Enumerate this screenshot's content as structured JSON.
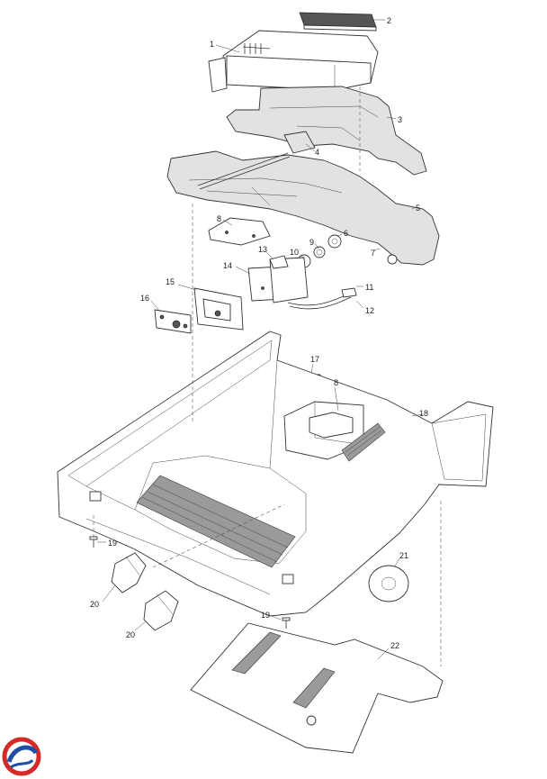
{
  "callouts": [
    {
      "id": "c1",
      "text": "1"
    },
    {
      "id": "c2",
      "text": "2"
    },
    {
      "id": "c3",
      "text": "3"
    },
    {
      "id": "c4",
      "text": "4"
    },
    {
      "id": "c5",
      "text": "5"
    },
    {
      "id": "c6",
      "text": "6"
    },
    {
      "id": "c7",
      "text": "7"
    },
    {
      "id": "c8a",
      "text": "8"
    },
    {
      "id": "c8b",
      "text": "8"
    },
    {
      "id": "c9",
      "text": "9"
    },
    {
      "id": "c10",
      "text": "10"
    },
    {
      "id": "c11",
      "text": "11"
    },
    {
      "id": "c12",
      "text": "12"
    },
    {
      "id": "c13",
      "text": "13"
    },
    {
      "id": "c14",
      "text": "14"
    },
    {
      "id": "c15",
      "text": "15"
    },
    {
      "id": "c16",
      "text": "16"
    },
    {
      "id": "c17",
      "text": "17"
    },
    {
      "id": "c18",
      "text": "18"
    },
    {
      "id": "c19a",
      "text": "19"
    },
    {
      "id": "c19b",
      "text": "19"
    },
    {
      "id": "c20a",
      "text": "20"
    },
    {
      "id": "c20b",
      "text": "20"
    },
    {
      "id": "c21",
      "text": "21"
    },
    {
      "id": "c22",
      "text": "22"
    }
  ],
  "logo": {
    "name": "brand-logo",
    "colors": [
      "#d42a2a",
      "#1f4fa3"
    ]
  }
}
